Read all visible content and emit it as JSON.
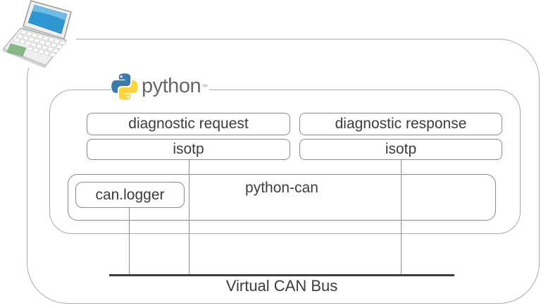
{
  "python_brand": {
    "wordmark": "python",
    "trademark": "™"
  },
  "nodes": {
    "diagnostic_request": {
      "label": "diagnostic request"
    },
    "diagnostic_response": {
      "label": "diagnostic response"
    },
    "isotp_left": {
      "label": "isotp"
    },
    "isotp_right": {
      "label": "isotp"
    },
    "python_can": {
      "label": "python-can"
    },
    "can_logger": {
      "label": "can.logger"
    }
  },
  "bus": {
    "label": "Virtual CAN Bus"
  },
  "colors": {
    "container_border": "#a9a9a9",
    "box_border": "#8a8a8a",
    "text": "#3c3c3c",
    "bus_line": "#3c3c3c",
    "connector_line": "#8f8f8f",
    "python_blue": "#3d7aaa",
    "python_yellow": "#ffd53e",
    "laptop_screen_blue": "#2e96d0",
    "touchpad_green": "#85b787",
    "wordmark_gray": "#676767"
  }
}
